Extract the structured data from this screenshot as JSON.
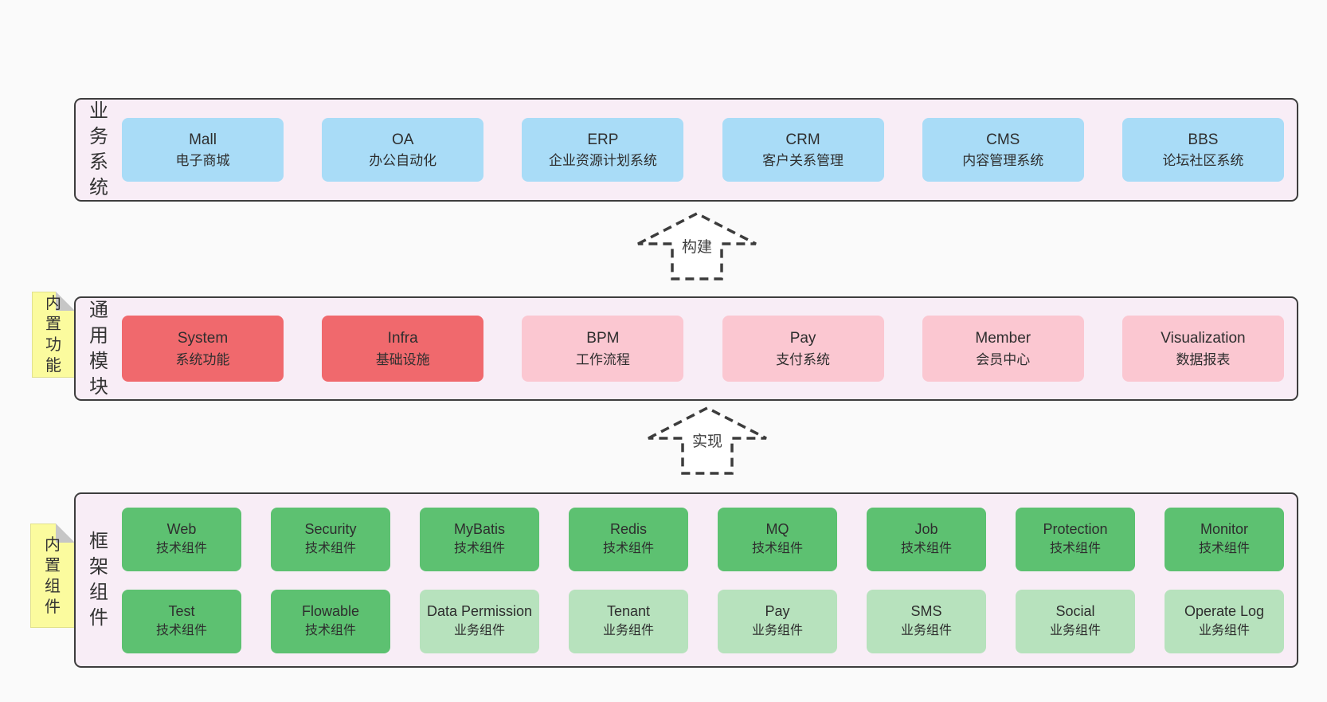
{
  "colors": {
    "page_bg": "#fafafa",
    "band_bg": "#f8edf6",
    "band_border": "#3d3d3d",
    "box_blue": "#a9dcf7",
    "box_red": "#f0696d",
    "box_pink": "#fbc7d1",
    "box_green_dark": "#5dc171",
    "box_green_light": "#b7e2bd",
    "note_bg": "#fbfb9e",
    "note_fold": "#c6c6c6",
    "text": "#2e2e2e"
  },
  "notes": [
    {
      "label": "内置功能"
    },
    {
      "label": "内置组件"
    }
  ],
  "arrows": [
    {
      "label": "构建"
    },
    {
      "label": "实现"
    }
  ],
  "bands": [
    {
      "label": "业务系统",
      "rows": [
        [
          {
            "name": "Mall",
            "desc": "电子商城",
            "style": "blue"
          },
          {
            "name": "OA",
            "desc": "办公自动化",
            "style": "blue"
          },
          {
            "name": "ERP",
            "desc": "企业资源计划系统",
            "style": "blue"
          },
          {
            "name": "CRM",
            "desc": "客户关系管理",
            "style": "blue"
          },
          {
            "name": "CMS",
            "desc": "内容管理系统",
            "style": "blue"
          },
          {
            "name": "BBS",
            "desc": "论坛社区系统",
            "style": "blue"
          }
        ]
      ]
    },
    {
      "label": "通用模块",
      "rows": [
        [
          {
            "name": "System",
            "desc": "系统功能",
            "style": "red"
          },
          {
            "name": "Infra",
            "desc": "基础设施",
            "style": "red"
          },
          {
            "name": "BPM",
            "desc": "工作流程",
            "style": "pink"
          },
          {
            "name": "Pay",
            "desc": "支付系统",
            "style": "pink"
          },
          {
            "name": "Member",
            "desc": "会员中心",
            "style": "pink"
          },
          {
            "name": "Visualization",
            "desc": "数据报表",
            "style": "pink"
          }
        ]
      ]
    },
    {
      "label": "框架组件",
      "rows": [
        [
          {
            "name": "Web",
            "desc": "技术组件",
            "style": "greenDark"
          },
          {
            "name": "Security",
            "desc": "技术组件",
            "style": "greenDark"
          },
          {
            "name": "MyBatis",
            "desc": "技术组件",
            "style": "greenDark"
          },
          {
            "name": "Redis",
            "desc": "技术组件",
            "style": "greenDark"
          },
          {
            "name": "MQ",
            "desc": "技术组件",
            "style": "greenDark"
          },
          {
            "name": "Job",
            "desc": "技术组件",
            "style": "greenDark"
          },
          {
            "name": "Protection",
            "desc": "技术组件",
            "style": "greenDark"
          },
          {
            "name": "Monitor",
            "desc": "技术组件",
            "style": "greenDark"
          }
        ],
        [
          {
            "name": "Test",
            "desc": "技术组件",
            "style": "greenDark"
          },
          {
            "name": "Flowable",
            "desc": "技术组件",
            "style": "greenDark"
          },
          {
            "name": "Data Permission",
            "desc": "业务组件",
            "style": "greenLight"
          },
          {
            "name": "Tenant",
            "desc": "业务组件",
            "style": "greenLight"
          },
          {
            "name": "Pay",
            "desc": "业务组件",
            "style": "greenLight"
          },
          {
            "name": "SMS",
            "desc": "业务组件",
            "style": "greenLight"
          },
          {
            "name": "Social",
            "desc": "业务组件",
            "style": "greenLight"
          },
          {
            "name": "Operate Log",
            "desc": "业务组件",
            "style": "greenLight"
          }
        ]
      ]
    }
  ]
}
